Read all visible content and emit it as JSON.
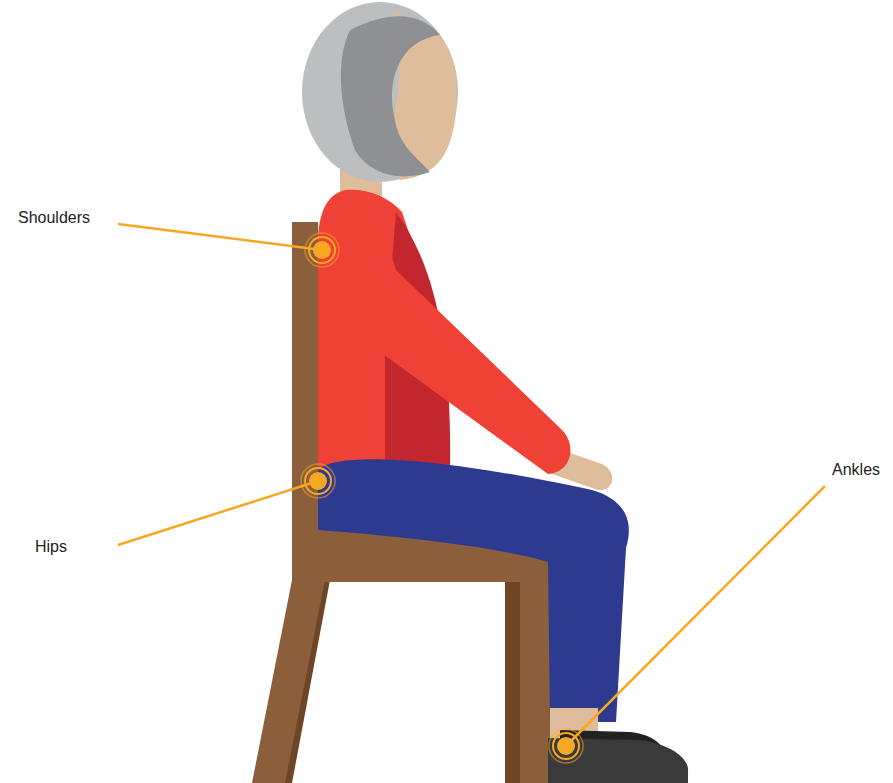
{
  "diagram": {
    "labels": [
      "Shoulders",
      "Hips",
      "Ankles"
    ]
  }
}
